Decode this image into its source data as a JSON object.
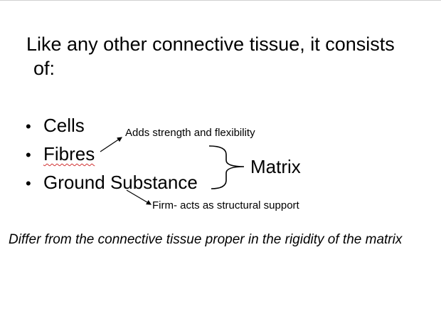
{
  "slide": {
    "heading_line1": "Like any other connective tissue, it consists",
    "heading_line2": "of:",
    "bullets": [
      {
        "label": "Cells"
      },
      {
        "label": "Fibres"
      },
      {
        "label": "Ground Substance"
      }
    ],
    "bullet_symbol": "•",
    "annotation_top": "Adds strength and flexibility",
    "annotation_bottom": "Firm- acts as structural support",
    "matrix_label": "Matrix",
    "footer": "Differ from the connective tissue proper in the rigidity of the matrix"
  }
}
